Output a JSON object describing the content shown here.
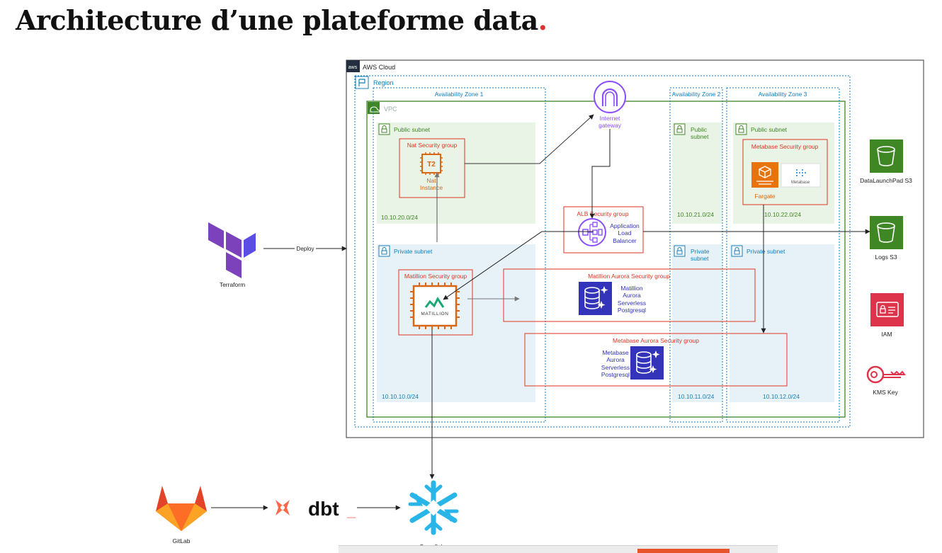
{
  "page": {
    "title": "Architecture d’une plateforme data",
    "title_dot": "."
  },
  "diagram": {
    "aws_cloud": "AWS Cloud",
    "aws_badge": "aws",
    "region": "Region",
    "vpc": "VPC",
    "az1": "Availability Zone 1",
    "az2": "Availability Zone 2",
    "az3": "Availability Zone 3",
    "public_subnet": "Public subnet",
    "public_subnet_line1": "Public",
    "public_subnet_line2": "subnet",
    "private_subnet": "Private subnet",
    "private_subnet_line1": "Private",
    "private_subnet_line2": "subnet",
    "cidr_public_az1": "10.10.20.0/24",
    "cidr_public_az2": "10.10.21.0/24",
    "cidr_public_az3": "10.10.22.0/24",
    "cidr_private_az1": "10.10.10.0/24",
    "cidr_private_az2": "10.10.11.0/24",
    "cidr_private_az3": "10.10.12.0/24",
    "nat_sg": "Nat Security group",
    "nat_chip": "T2",
    "nat_line1": "Nat",
    "nat_line2": "Instance",
    "igw_line1": "Internet",
    "igw_line2": "gateway",
    "alb_sg": "ALB Security group",
    "alb_line1": "Application",
    "alb_line2": "Load",
    "alb_line3": "Balancer",
    "metabase_sg": "Metabase Security group",
    "metabase_logo": "Metabase",
    "fargate": "Fargate",
    "matillion_sg": "Matillion Security group",
    "matillion_logo": "MATILLION",
    "matillion_aurora_sg": "Matillion Aurora Security group",
    "matillion_aurora_l1": "Matillion",
    "matillion_aurora_l2": "Aurora",
    "matillion_aurora_l3": "Serverless",
    "matillion_aurora_l4": "Postgresql",
    "metabase_aurora_sg": "Metabase Aurora Security group",
    "metabase_aurora_l1": "Metabase",
    "metabase_aurora_l2": "Aurora",
    "metabase_aurora_l3": "Serverless",
    "metabase_aurora_l4": "Postgresql",
    "s3_datalaunchpad": "DataLaunchPad S3",
    "s3_logs": "Logs S3",
    "iam": "IAM",
    "kms": "KMS Key",
    "terraform": "Terraform",
    "deploy": "Deploy",
    "gitlab": "GitLab",
    "dbt": "dbt",
    "dbt_underscore": "_",
    "snowflake": "Snowflake"
  },
  "colors": {
    "aws_border": "#555555",
    "region": "#147eba",
    "vpc": "#3f8624",
    "public_fill": "#e9f3e6",
    "private_fill": "#e6f2f8",
    "security_group": "#dd3522",
    "ec2_orange": "#d86613",
    "aurora_blue": "#3334b9",
    "igw_purple": "#8c4fff",
    "s3_green": "#3f8624",
    "iam_red": "#dd344c",
    "terraform_purple": "#7b42bc",
    "snowflake_cyan": "#29b5e8",
    "title_dot": "#e03131"
  }
}
